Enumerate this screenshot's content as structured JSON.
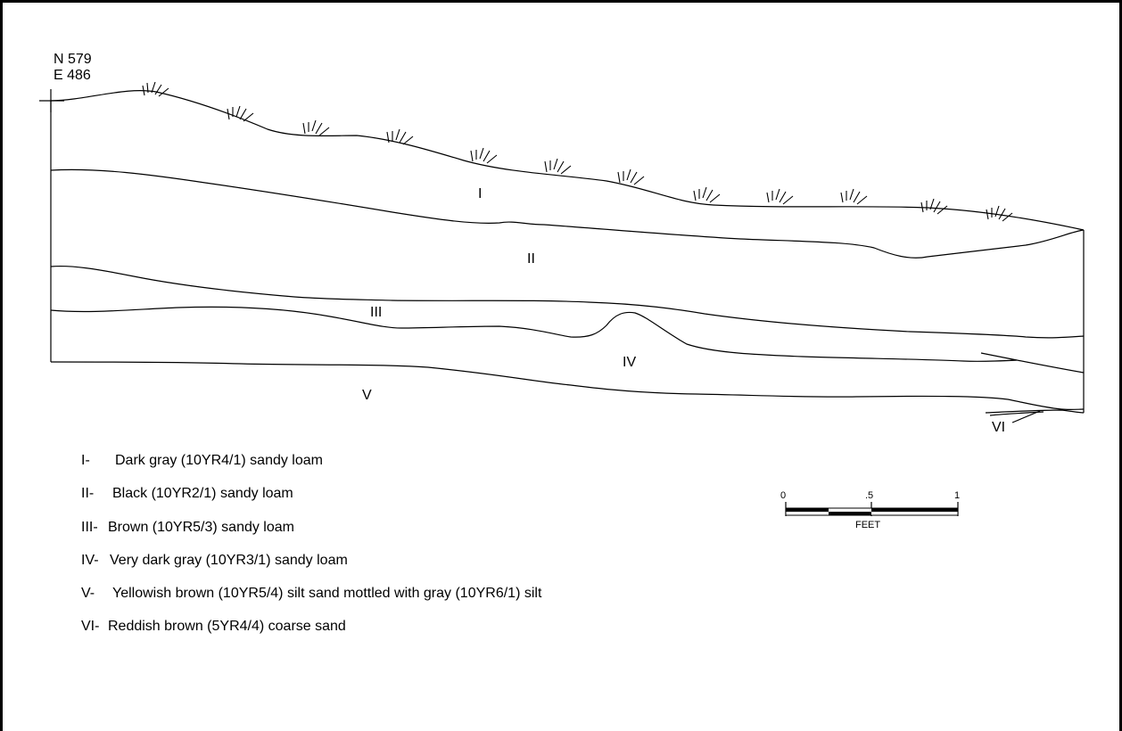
{
  "coordinates": {
    "north": "N 579",
    "east": "E 486"
  },
  "strata_labels": [
    "I",
    "II",
    "III",
    "IV",
    "V",
    "VI"
  ],
  "legend": [
    {
      "numeral": "I-",
      "description": "Dark gray (10YR4/1) sandy loam"
    },
    {
      "numeral": "II-",
      "description": "Black (10YR2/1) sandy loam"
    },
    {
      "numeral": "III-",
      "description": "Brown (10YR5/3) sandy loam"
    },
    {
      "numeral": "IV-",
      "description": "Very dark gray (10YR3/1) sandy loam"
    },
    {
      "numeral": "V-",
      "description": "Yellowish brown (10YR5/4) silt sand mottled with gray (10YR6/1) silt"
    },
    {
      "numeral": "VI-",
      "description": "Reddish brown (5YR4/4) coarse sand"
    }
  ],
  "scale": {
    "ticks": [
      "0",
      ".5",
      "1"
    ],
    "unit": "FEET"
  }
}
